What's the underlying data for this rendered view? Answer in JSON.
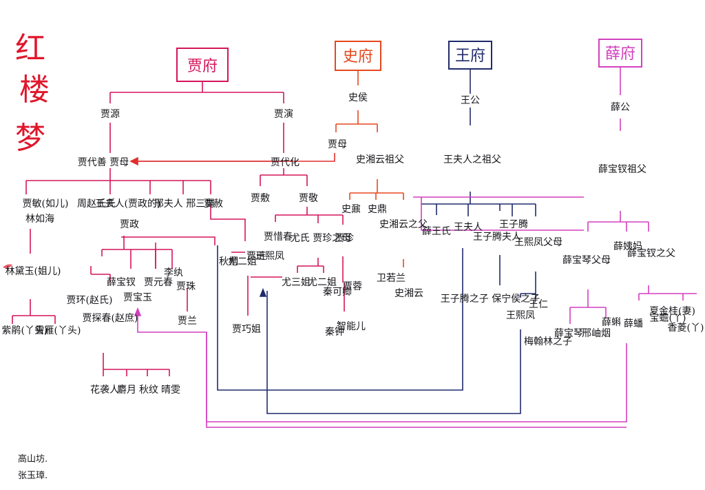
{
  "title": [
    "红",
    "楼",
    "梦"
  ],
  "houses": {
    "jia": "贾府",
    "shi": "史府",
    "wang": "王府",
    "xue": "薛府"
  },
  "colors": {
    "title": "#e0162b",
    "jia": "#d4145a",
    "shi": "#e5471d",
    "wang": "#1f2a6b",
    "xue": "#d23fbf",
    "ink": "#15151a"
  },
  "people": {
    "jia_yuan": "贾源",
    "jia_yan": "贾演",
    "jia_daishan": "贾代善 贾母",
    "jia_daihua": "贾代化",
    "jia_min": "贾敏(如儿)",
    "lin_ruhai": "林如海",
    "lin_daiyu": "林黛玉(姐儿)",
    "zijuan": "紫鹃(丫头)",
    "xueyan": "雪雁(丫头)",
    "zhao": "周赵氏氏",
    "wang_furen": "王夫人(贾政的)",
    "jia_zheng": "贾政",
    "jia_she_wives": "邢夫人 邢三舅",
    "jia_she": "贾赦",
    "jia_huan": "贾环(赵氏)",
    "tanchun": "贾探春(赵庶)",
    "xue_baochai": "薛宝钗",
    "jia_baoyu": "贾宝玉",
    "yuanchun": "贾元春",
    "li_wan": "李纨",
    "jia_zhu": "贾珠",
    "jia_lan": "贾兰",
    "huaxiren": "花袭人",
    "sheyue": "麝月",
    "qiuwen": "秋纹",
    "qingwen": "晴雯",
    "jia_jing": "贾敬",
    "jia_fu": "贾敷",
    "jia_xichun": "贾惜春",
    "you_shi": "尤氏 贾珍之母",
    "jia_zhen": "贾珍",
    "you_sanjie": "尤三姐",
    "you_erjie": "尤二姐",
    "qin_keqing": "秦可卿",
    "jia_rong": "贾蓉",
    "qin_zhong": "秦钟",
    "zhineng": "智能儿",
    "jia_lian": "贾琏",
    "you_erjie2": "尤二姐",
    "qiutong": "秋桐",
    "wang_xifeng": "王熙凤",
    "jia_qiaojie": "贾巧姐",
    "shi_hou": "史侯",
    "jia_mu": "贾母",
    "shi_xiangyun_zufu": "史湘云祖父",
    "shi_ding": "史鼐",
    "shi_nai": "史鼎",
    "shi_xiangyun_fu": "史湘云之父",
    "wei_ruolan": "卫若兰",
    "shi_xiangyun": "史湘云",
    "wang_gong": "王公",
    "wang_furen_zufu": "王夫人之祖父",
    "xue_shi": "薛王氏",
    "wang_furen2": "王夫人",
    "wang_ziteng_furen": "王子腾夫人",
    "wang_ziteng": "王子腾",
    "wang_xifeng_fumu": "王熙凤父母",
    "wang_ziteng_zhizi": "王子腾之子 保宁侯之子",
    "wang_ren": "王仁",
    "wang_xifeng2": "王熙凤",
    "mei_hanlin_zhizi": "梅翰林之子",
    "xue_gong": "薛公",
    "xue_baochai_zufu": "薛宝钗祖父",
    "xue_baoqin_fumu": "薛宝琴父母",
    "xue_yima": "薛姨妈",
    "xue_baochai_fu": "薛宝钗之父",
    "xue_baoqin": "薛宝琴",
    "xing_xiuyan": "邢岫烟",
    "xue_ke": "薛蝌",
    "xue_pan": "薛蟠",
    "baochan": "宝蟾(丫)",
    "xiangling": "香菱(丫)",
    "xia_jingui": "夏金桂(妻)"
  },
  "signature": [
    "高山坊.",
    "张玉璋."
  ]
}
